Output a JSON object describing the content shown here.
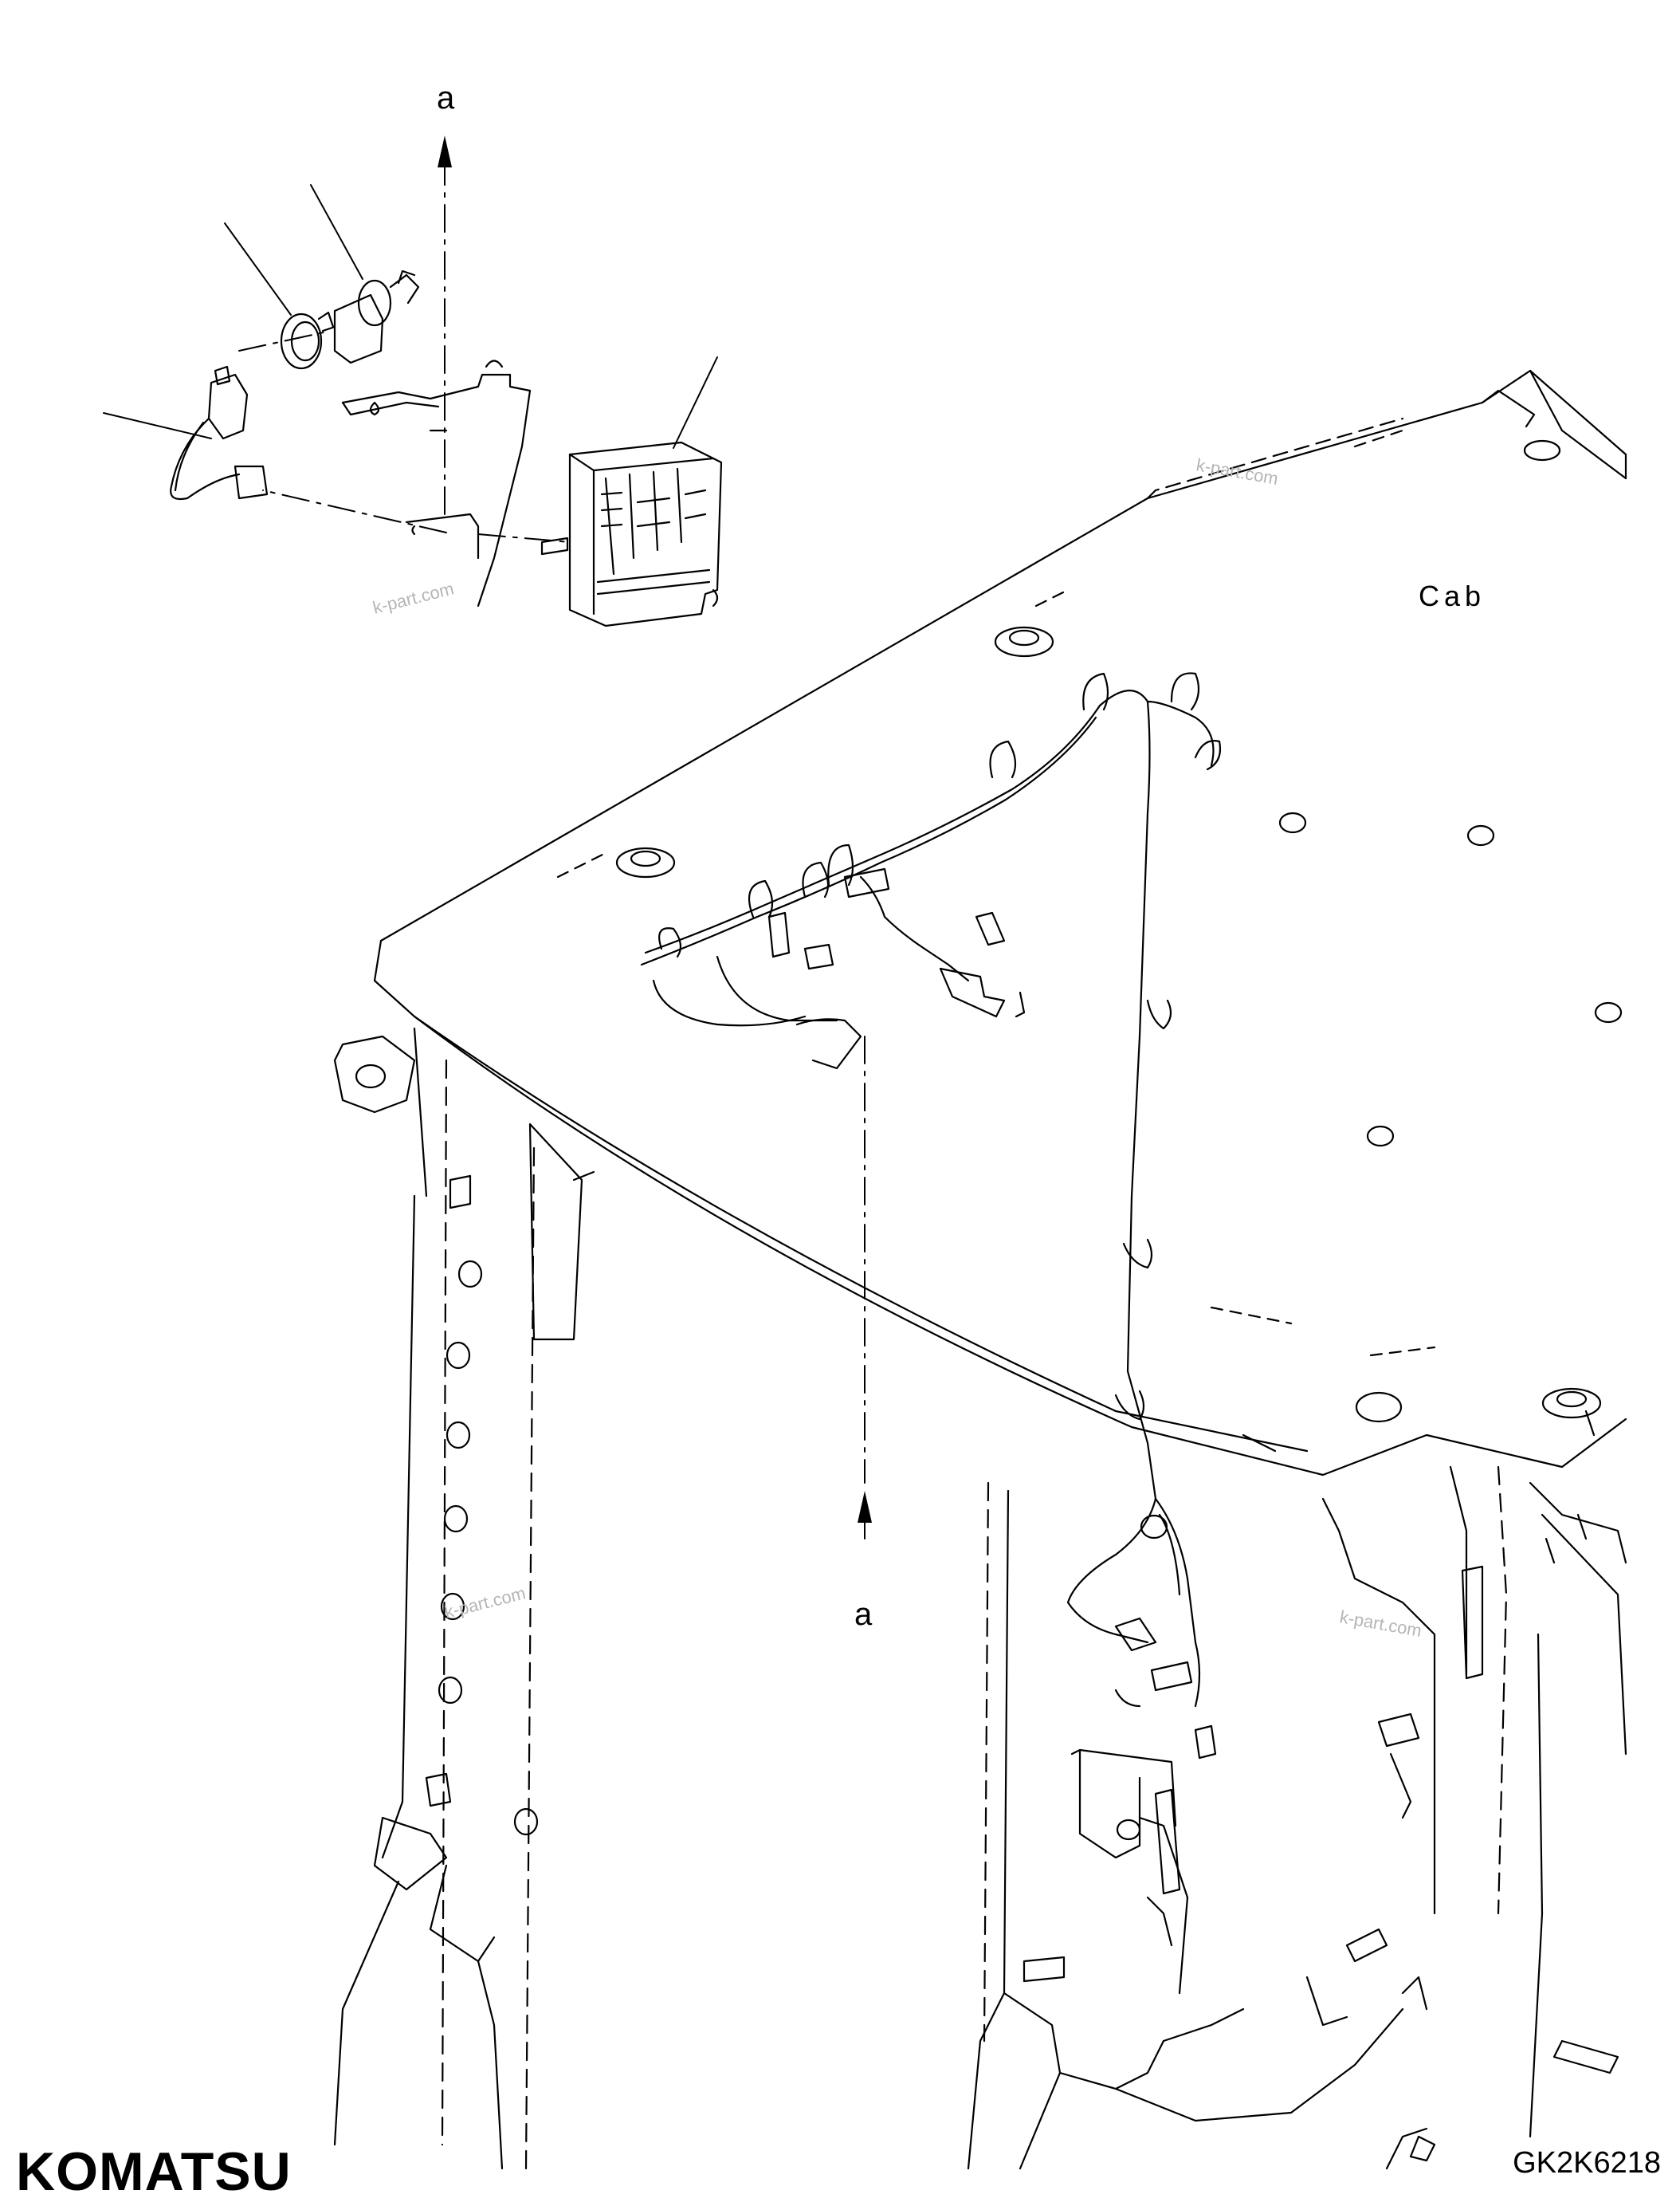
{
  "labels": {
    "arrow_top": "a",
    "arrow_bottom": "a",
    "area": "Cab"
  },
  "watermarks": [
    "k-part.com",
    "k-part.com",
    "k-part.com",
    "k-part.com"
  ],
  "footer": {
    "brand": "KOMATSU",
    "drawing_code": "GK2K6218"
  },
  "colors": {
    "line": "#000000",
    "watermark": "#b5b5b5",
    "background": "#ffffff"
  }
}
